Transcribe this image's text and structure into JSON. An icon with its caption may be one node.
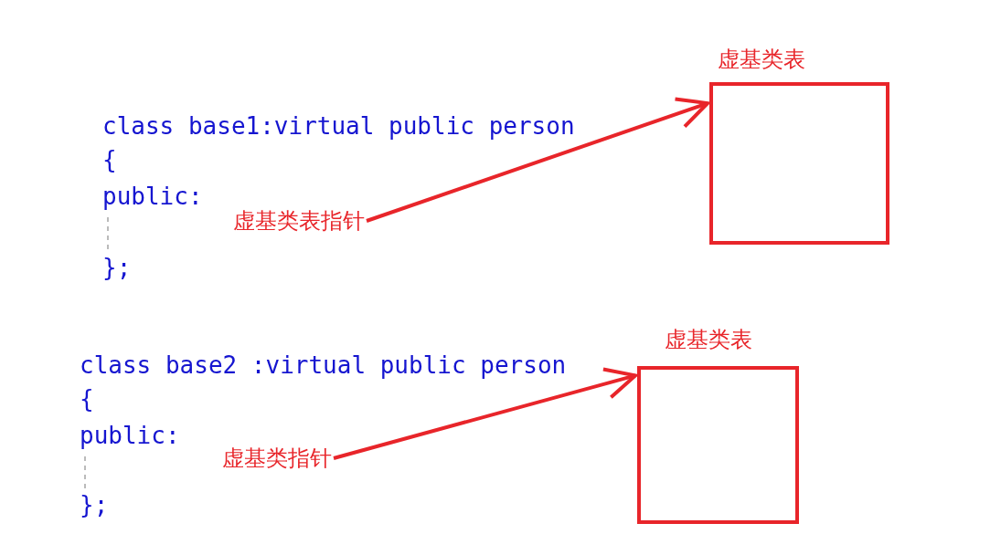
{
  "diagram": {
    "nodes": [
      {
        "text": [
          "虚基类表指针"
        ]
      },
      {
        "text": [
          "虚基类表"
        ]
      },
      {
        "text": [
          "虚基类指针"
        ]
      },
      {
        "text": [
          "虚基类表"
        ]
      }
    ],
    "edges": [
      {
        "from": 0,
        "to": 1,
        "arrow": "to"
      },
      {
        "from": 2,
        "to": 3,
        "arrow": "to"
      }
    ],
    "labels": [
      "class base1:virtual public person",
      "{",
      "public:",
      "};",
      "class base2 :virtual public person",
      "{",
      "public:",
      "};"
    ]
  }
}
